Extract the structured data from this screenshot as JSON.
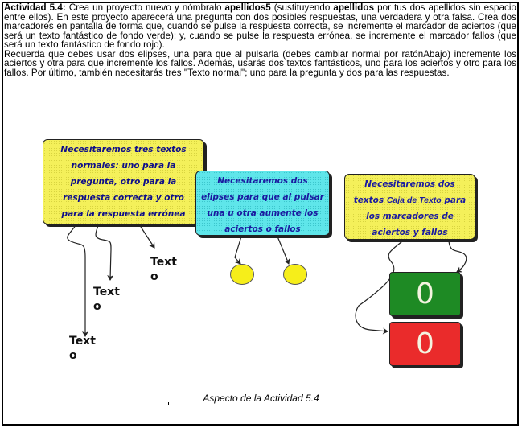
{
  "activity": {
    "title": "Actividad 5.4:",
    "para1_parts": [
      {
        "text": " Crea un proyecto nuevo y nómbralo ",
        "bold": false
      },
      {
        "text": "apellidos5",
        "bold": true
      },
      {
        "text": " (sustituyendo ",
        "bold": false
      },
      {
        "text": "apellidos",
        "bold": true
      },
      {
        "text": " por tus dos apellidos sin espacio entre ellos). En este proyecto aparecerá una pregunta con dos posibles respuestas, una verdadera y otra falsa. Crea dos marcadores en pantalla de forma que, cuando se pulse la respuesta correcta, se incremente el marcador de aciertos (que será un texto fantástico de fondo verde); y, cuando se pulse la respuesta errónea, se incremente el marcador fallos (que será un texto fantástico de fondo rojo).",
        "bold": false
      }
    ],
    "para2": "Recuerda que debes usar dos elipses, una para que al pulsarla (debes cambiar normal por ratónAbajo) incremente los aciertos y otra para que incremente los fallos. Además, usarás dos textos fantásticos, uno para los aciertos y otro para los fallos. Por último, también necesitarás tres \"Texto normal\"; uno para la pregunta y dos para las respuestas."
  },
  "figure": {
    "callout_texts": {
      "label": "Necesitaremos tres textos normales: uno para la pregunta, otro para la respuesta correcta y otro para la respuesta errónea",
      "lines": [
        "Necesitaremos tres textos",
        "normales: uno para la",
        "pregunta, otro para la",
        "respuesta correcta y otro",
        "para la respuesta errónea"
      ]
    },
    "callout_ellipses": {
      "lines": [
        "Necesitaremos dos",
        "elipses para que al pulsar",
        "una u otra aumente los",
        "aciertos o fallos"
      ]
    },
    "callout_markers": {
      "line1": "Necesitaremos dos",
      "line2_a": "textos ",
      "line2_b": "Caja de Texto",
      "line2_c": " para",
      "line3": "los marcadores de",
      "line4": "aciertos y fallos"
    },
    "texto_labels": [
      "Text\no",
      "Text\no",
      "Text\no"
    ],
    "marker_values": {
      "aciertos": "0",
      "fallos": "0"
    },
    "colors": {
      "callout_yellow": "#f4f05a",
      "callout_cyan": "#5fe6ea",
      "callout_text": "#1a1aa0",
      "ellipse": "#f6ee1a",
      "marker_green": "#1e8a24",
      "marker_red": "#ea2b2b"
    }
  },
  "caption": "Aspecto de la Actividad 5.4"
}
